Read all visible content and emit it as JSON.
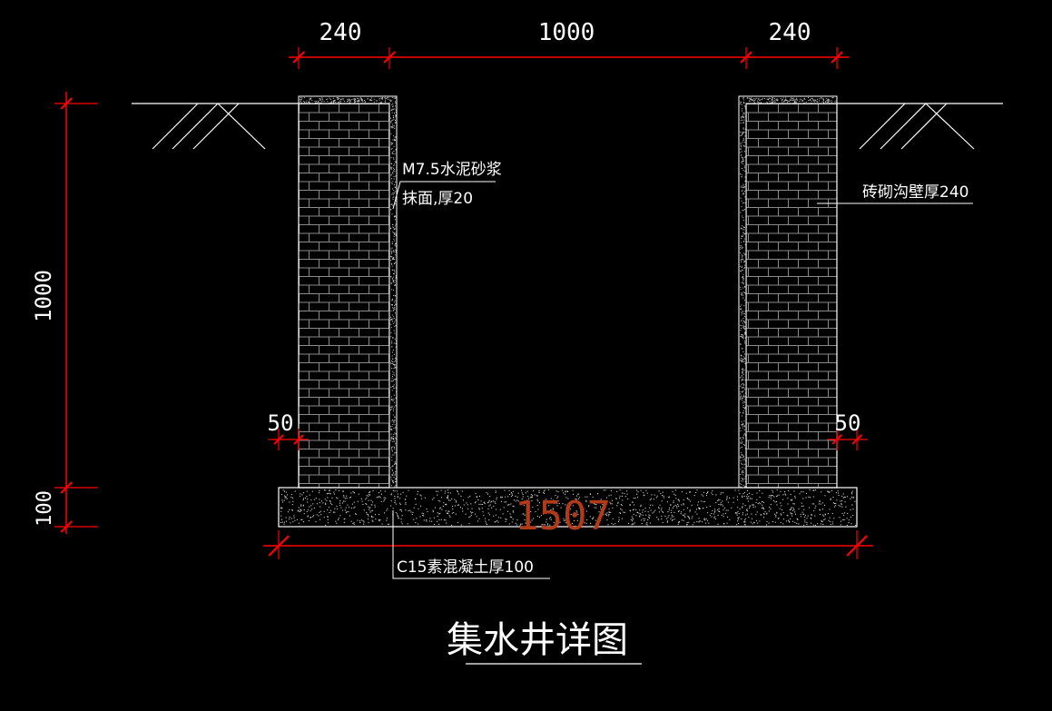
{
  "drawing": {
    "title": "集水井详图",
    "colors": {
      "background": "#000000",
      "dimension": "#ff0000",
      "linework": "#ffffff",
      "brick": "#8a8a8a",
      "overall_dim_text": "#b23a17"
    }
  },
  "dimensions": {
    "top_left_wall": "240",
    "top_opening": "1000",
    "top_right_wall": "240",
    "left_height": "1000",
    "left_slab": "100",
    "left_offset": "50",
    "right_offset": "50",
    "overall_width": "1507"
  },
  "notes": {
    "mortar_line1": "M7.5水泥砂浆",
    "mortar_line2": "抹面,厚20",
    "wall": "砖砌沟壁厚240",
    "slab": "C15素混凝土厚100"
  }
}
